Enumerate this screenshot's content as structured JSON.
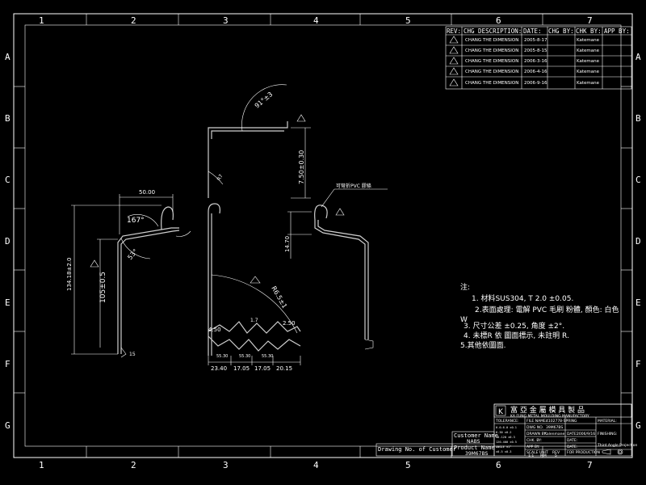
{
  "border": {
    "top_numbers": [
      "1",
      "2",
      "3",
      "4",
      "5",
      "6",
      "7"
    ],
    "bottom_numbers": [
      "1",
      "2",
      "3",
      "4",
      "5",
      "6",
      "7"
    ],
    "left_letters": [
      "A",
      "B",
      "C",
      "D",
      "E",
      "F",
      "G"
    ],
    "right_letters": [
      "A",
      "B",
      "C",
      "D",
      "E",
      "F",
      "G"
    ]
  },
  "revision_table": {
    "headers": [
      "REV:",
      "CHG DESCRIPTION:",
      "DATE:",
      "CHG BY:",
      "CHK BY:",
      "APP BY:"
    ],
    "rows": [
      {
        "desc": "CHANG THE DIMENSION",
        "date": "2005-8-17",
        "by": "Katemane"
      },
      {
        "desc": "CHANG THE DIMENSION",
        "date": "2005-8-15",
        "by": "Katemane"
      },
      {
        "desc": "CHANG THE DIMENSION",
        "date": "2006-3-16",
        "by": "Katemane"
      },
      {
        "desc": "CHANG THE DIMENSION",
        "date": "2006-4-16",
        "by": "Katemane"
      },
      {
        "desc": "CHANG THE DIMENSION",
        "date": "2006-9-16",
        "by": "Katemane"
      }
    ]
  },
  "dimensions": {
    "width_top": "50.00",
    "angle_167": "167°",
    "angle_53": "53°",
    "height_left": "134.18±2.0",
    "height_inner": "105±0.5",
    "angle_top": "91°±3",
    "height_right": "7.50±0.30",
    "pvc_note": "可彎折PVC 膠條",
    "height_14": "14.70",
    "radius_865": "R6.5±1",
    "angle_17": "1.7",
    "dim_450": "4.50",
    "dim_250": "2.50",
    "bottom_dims": [
      "23.40",
      "17.05",
      "17.05",
      "20.15"
    ],
    "small_dims": [
      "55.30",
      "55.30",
      "55.30"
    ]
  },
  "notes": {
    "heading": "注:",
    "lines": [
      "1. 材料SUS304, T 2.0 ±0.05.",
      "2.表面處理: 電解 PVC 毛刷 粉體, 顏色: 白色",
      "3. 尺寸公差 ±0.25, 角度 ±2°.",
      "4. 未標R 依 圖面標示, 未註明 R.",
      "5.其他依圖面."
    ],
    "note_line2_prefix": "W"
  },
  "title_block": {
    "company_cn": "富 亞 金 屬 模 具 製 品",
    "company_en": "KA FUNG METAL MOULDING MANUFACTORY",
    "logo": "K",
    "tolerance": "TOLERANCE:",
    "file_name_label": "FILE NAME:",
    "file_name": "4102778-SPRING",
    "material_label": "MATERIAL:",
    "dwg_no_label": "DWG NO.",
    "dwg_no": "39M67BS",
    "drawn_label": "DRAWN BY:",
    "drawn": "Kalenmane",
    "date_label": "DATE:",
    "date": "2006/9/16",
    "chk_label": "CHK. BY:",
    "app_label": "APP BY:",
    "finishing": "FINISHING:",
    "scale_label": "SCALE",
    "unit_label": "UNIT",
    "rev_label": "REV",
    "scale": "1:1",
    "unit": "MM",
    "rev": "5",
    "for_production": "FOR PRODUCTION",
    "projection": "Third Angle Projection",
    "customer_name_label": "Customer Name",
    "customer_name": "NABS",
    "product_name_label": "Product Name",
    "product_name": "39M67BS",
    "drawing_no_label": "Drawing No. of Customer",
    "tol_rows": [
      "0.0-6.0   ±0.1",
      "6-30      ±0.2",
      "30-120    ±0.3",
      "120-400   ±0.5",
      "ANGLE     ±1°",
      "±0.5   ±0.3"
    ]
  }
}
